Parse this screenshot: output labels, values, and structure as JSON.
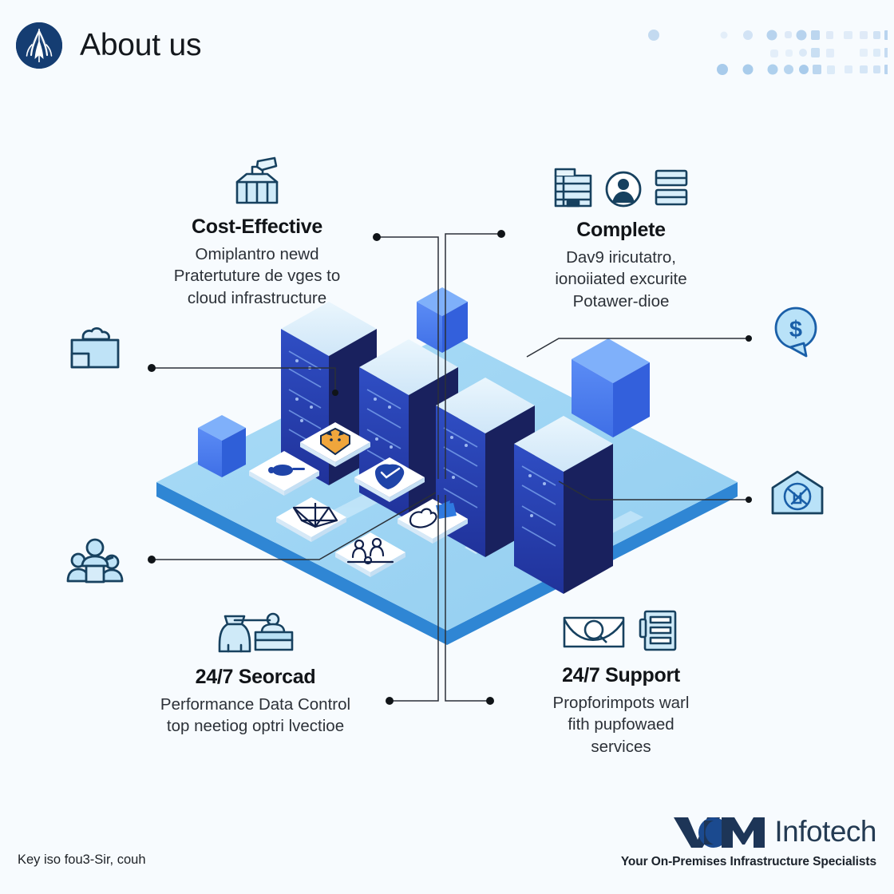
{
  "page": {
    "background_color": "#f7fbfe",
    "title": "About us"
  },
  "header": {
    "title": "About us",
    "logo_icon": "vcm-leaf-logo-icon",
    "logo_color": "#153d72"
  },
  "decor": {
    "dot_pattern_icon": "dot-grid-pattern",
    "dot_colors": [
      "#b9d4ef",
      "#cfe2f5",
      "#e2edf9",
      "#eef4fb"
    ]
  },
  "features": [
    {
      "id": "cost-effective",
      "title": "Cost-Effective",
      "description": "Omiplantro newd Pratertuture de vges to cloud infrastructure",
      "lines": [
        "Omiplantro newd",
        "Pratertuture de vges to",
        "cloud infrastructure"
      ],
      "icons": [
        "telescope-observatory-icon"
      ]
    },
    {
      "id": "complete",
      "title": "Complete",
      "description": "Dav9 iricutatro, ionoiiated excurite Potawer-dioe",
      "lines": [
        "Dav9 iricutatro,",
        "ionoiiated excurite",
        "Potawer-dioe"
      ],
      "icons": [
        "building-icon",
        "user-avatar-icon",
        "server-stack-icon"
      ]
    },
    {
      "id": "secured",
      "title": "24/7 Seorcad",
      "description": "Performance Data Control top neetiog optri lvectioe",
      "lines": [
        "Performance Data Control",
        "top neetiog optri lvectioe"
      ],
      "icons": [
        "operator-desk-icon"
      ]
    },
    {
      "id": "support",
      "title": "24/7 Support",
      "description": "Propforimpots warl fith pupfowaed services",
      "lines": [
        "Propforimpots warl",
        "fith pupfowaed",
        "services"
      ],
      "icons": [
        "monitoring-screen-icon",
        "server-rack-icon"
      ]
    }
  ],
  "side_icons": [
    {
      "id": "cloud-storage",
      "name": "cloud-box-icon",
      "label": ""
    },
    {
      "id": "team",
      "name": "team-group-icon",
      "label": ""
    },
    {
      "id": "cost-bubble",
      "name": "dollar-speech-bubble-icon",
      "label": "$"
    },
    {
      "id": "uptime-house",
      "name": "house-gauge-icon",
      "label": ""
    }
  ],
  "scene": {
    "name": "isometric-datacenter-illustration",
    "platform_color": "#9ed5f4",
    "platform_edge_color": "#2f86d4",
    "server_count": 4,
    "cube_count": 3,
    "tile_count": 6,
    "tiles": [
      "shield-fox-icon",
      "network-node-icon",
      "shield-check-icon",
      "wireframe-pyramid-icon",
      "hand-cursor-icon",
      "people-collab-icon"
    ],
    "server_top_color": "#dceefb",
    "server_front_color": "#2b49b8",
    "server_side_color": "#1b2460",
    "cube_color": "#4a7ff0"
  },
  "connectors": {
    "line_color": "#2b3038",
    "dot_color": "#101418",
    "count": 6
  },
  "footer": {
    "note": "Key iso fou3-Sir, couh",
    "logo_mark": "vCM",
    "logo_word": "Infotech",
    "tagline": "Your On-Premises Infrastructure Specialists",
    "logo_color": "#1d3557"
  }
}
